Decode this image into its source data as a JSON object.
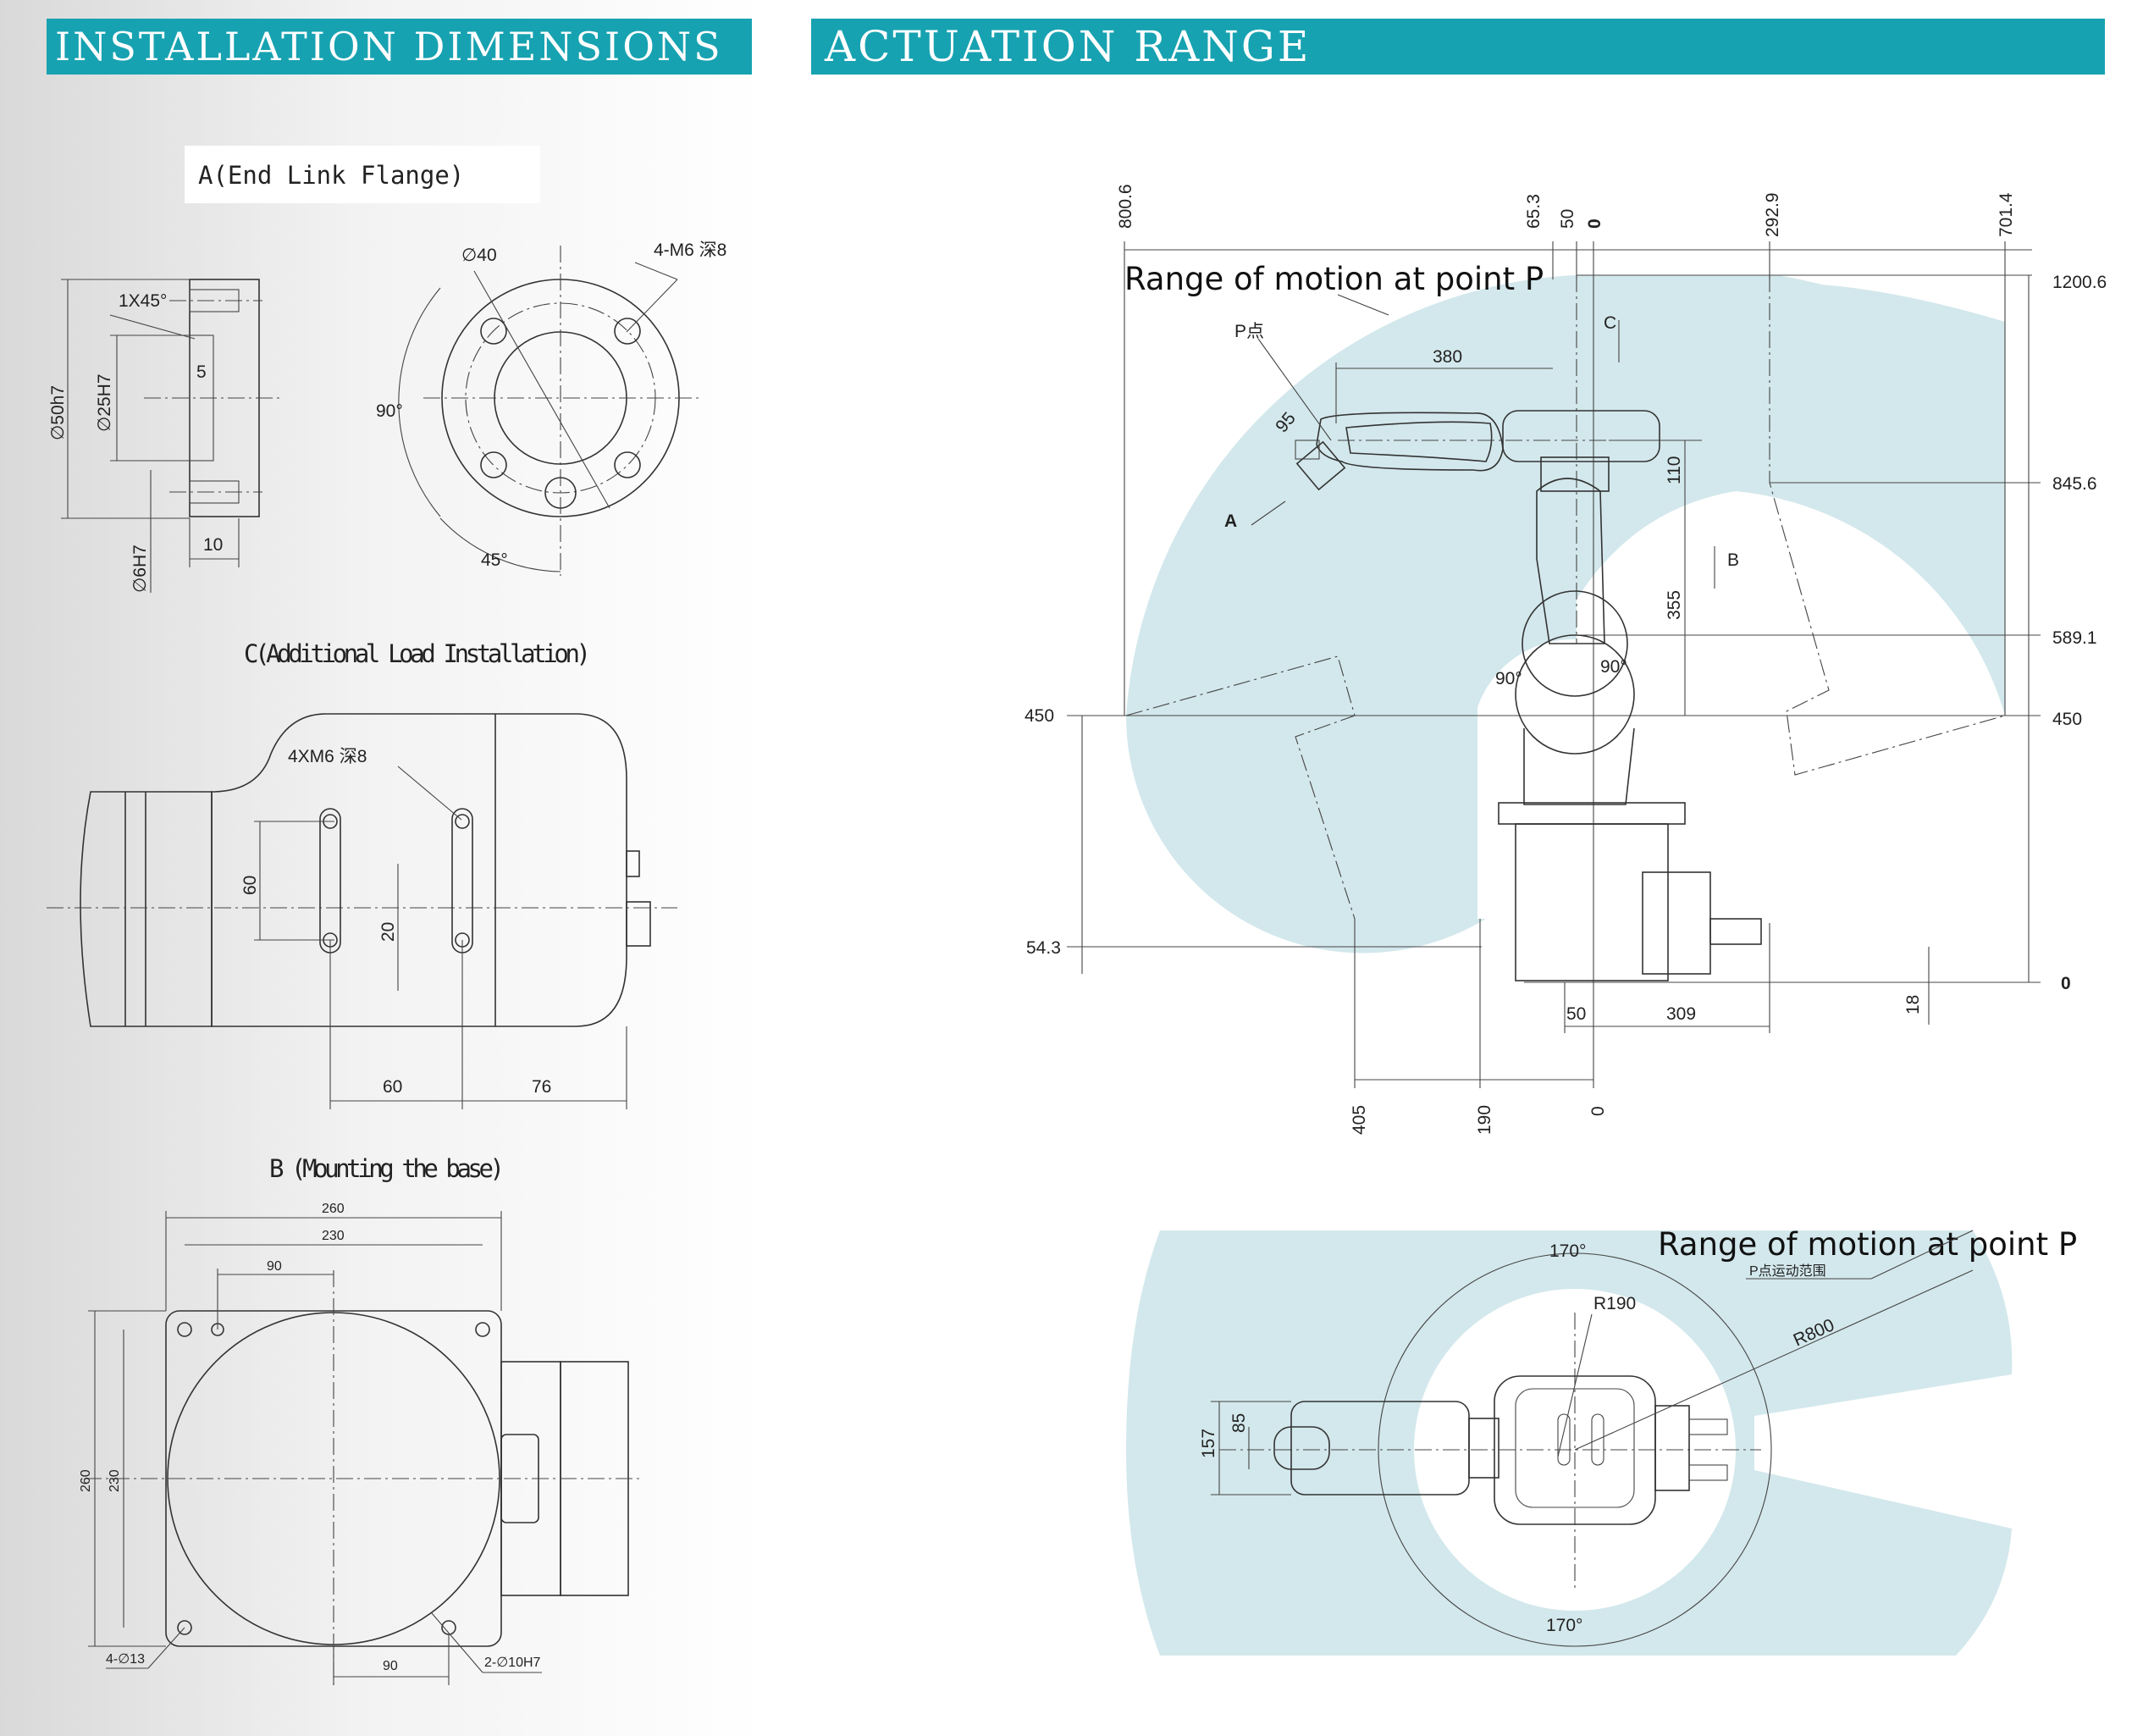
{
  "banners": {
    "left": "INSTALLATION DIMENSIONS",
    "right": "ACTUATION RANGE"
  },
  "flange": {
    "caption": "A(End Link Flange)",
    "chamfer": "1X45°",
    "d50": "∅50h7",
    "d25": "∅25H7",
    "d6": "∅6H7",
    "depth5": "5",
    "width10": "10",
    "d40": "∅40",
    "holes": "4-M6 深8",
    "a90": "90°",
    "a45": "45°"
  },
  "load": {
    "caption": "C(Additional Load Installation)",
    "holes": "4XM6 深8",
    "v60": "60",
    "v20": "20",
    "h60": "60",
    "h76": "76"
  },
  "base": {
    "caption": "B (Mounting the base)",
    "w260": "260",
    "w230": "230",
    "w90": "90",
    "h260": "260",
    "h230": "230",
    "b90": "90",
    "holes13": "4-∅13",
    "holes10": "2-∅10H7"
  },
  "side": {
    "title": "Range of motion at point P",
    "p_label": "P点",
    "c_label": "C",
    "b_label": "B",
    "a_label": "A",
    "top": [
      "800.6",
      "65.3",
      "50",
      "0",
      "292.9",
      "701.4"
    ],
    "right": [
      "1200.6",
      "845.6",
      "589.1",
      "450",
      "0"
    ],
    "left": [
      "450",
      "54.3"
    ],
    "bottom": [
      "405",
      "190",
      "0"
    ],
    "d380": "380",
    "d95": "95",
    "d110": "110",
    "d355": "355",
    "a90l": "90°",
    "a90r": "90°",
    "d50b": "50",
    "d309": "309",
    "d18": "18"
  },
  "top_view": {
    "title": "Range of motion at point P",
    "subtitle": "P点运动范围",
    "a170t": "170°",
    "a170b": "170°",
    "r190": "R190",
    "r800": "R800",
    "d157": "157",
    "d85": "85"
  },
  "colors": {
    "banner": "#17a2b1",
    "range_fill": "#d3e8ec"
  }
}
